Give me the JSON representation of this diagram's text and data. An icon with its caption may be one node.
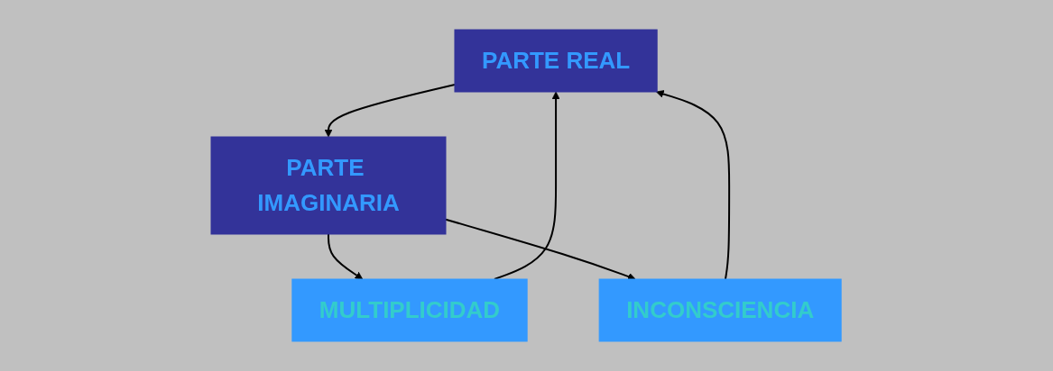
{
  "diagram": {
    "nodes": [
      {
        "text": [
          "PARTE REAL"
        ]
      },
      {
        "text": [
          "MULTIPLICIDAD"
        ]
      },
      {
        "text": [
          "INCONSCIENCIA"
        ]
      },
      {
        "text": [
          "PARTE IMAGINARIA"
        ]
      }
    ],
    "edges": [
      {
        "from": 1,
        "to": 0,
        "arrow": "to"
      },
      {
        "from": 2,
        "to": 0,
        "arrow": "to"
      },
      {
        "from": 0,
        "to": 3,
        "arrow": "to"
      },
      {
        "from": 3,
        "to": 1,
        "arrow": "to"
      },
      {
        "from": 3,
        "to": 2,
        "arrow": "to"
      }
    ]
  }
}
